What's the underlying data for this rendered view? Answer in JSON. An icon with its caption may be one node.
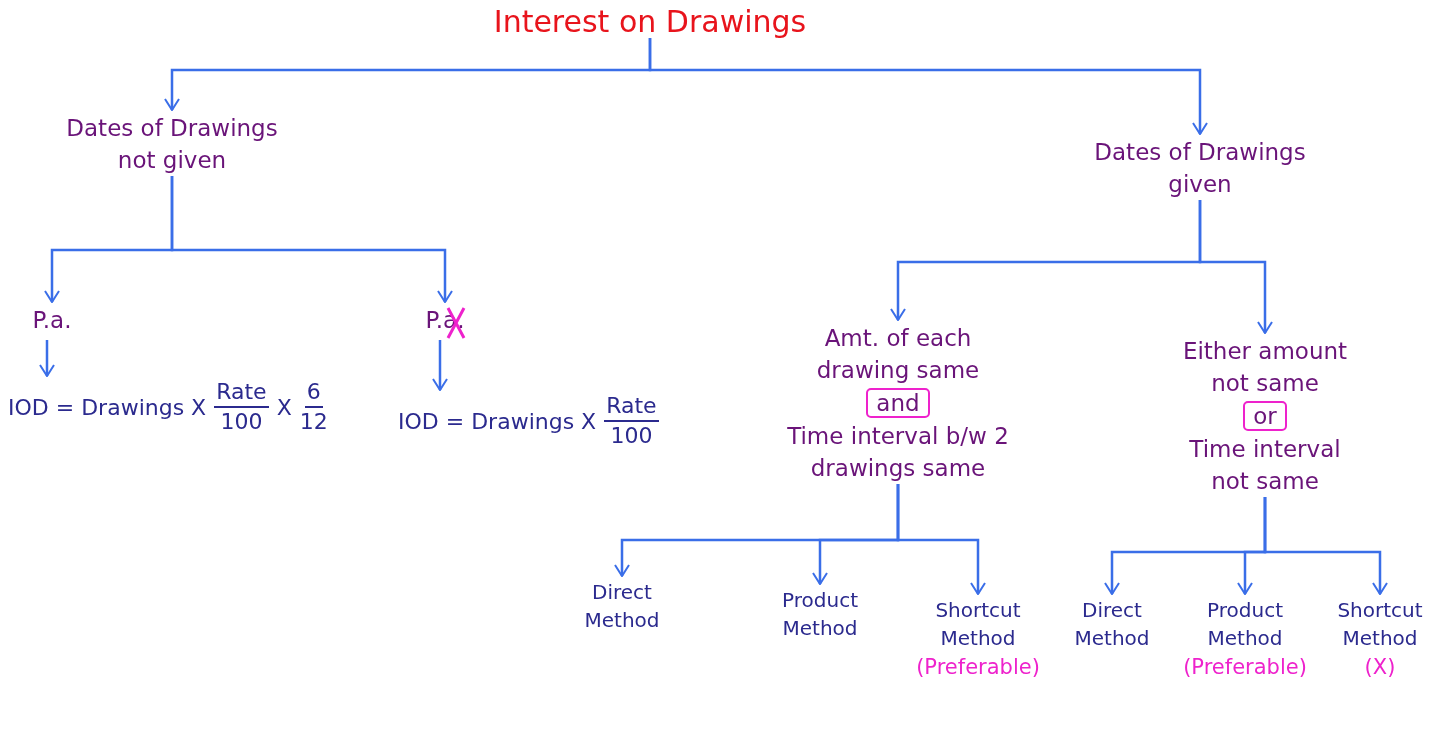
{
  "diagram": {
    "nodes": [
      {
        "text": [
          "Interest on Drawings"
        ]
      },
      {
        "text": [
          "Dates of Drawings not given"
        ]
      },
      {
        "text": [
          "Dates of Drawings given"
        ]
      },
      {
        "text": [
          "P.a."
        ]
      },
      {
        "text": [
          "P.a."
        ]
      },
      {
        "text": [
          "IOD = Drawings X",
          "Rate",
          "100",
          "X",
          "6",
          "12"
        ]
      },
      {
        "text": [
          "IOD = Drawings X",
          "Rate",
          "100"
        ]
      },
      {
        "text": [
          "Amt. of each drawing same",
          "Time interval b/w 2 drawings same"
        ]
      },
      {
        "text": [
          "and"
        ],
        "in": 7
      },
      {
        "text": [
          "Either amount not same",
          "Time interval not same"
        ]
      },
      {
        "text": [
          "or"
        ],
        "in": 9
      },
      {
        "text": [
          "Direct Method"
        ]
      },
      {
        "text": [
          "Product Method"
        ]
      },
      {
        "text": [
          "Shortcut Method"
        ],
        "beside": [
          "(Preferable)"
        ]
      },
      {
        "text": [
          "Direct Method"
        ]
      },
      {
        "text": [
          "Product Method"
        ],
        "beside": [
          "(Preferable)"
        ]
      },
      {
        "text": [
          "Shortcut Method"
        ],
        "beside": [
          "(X)"
        ]
      }
    ],
    "edges": [
      {
        "from": 0,
        "to": 1,
        "arrow": "to"
      },
      {
        "from": 0,
        "to": 2,
        "arrow": "to"
      },
      {
        "from": 1,
        "to": 3,
        "arrow": "to"
      },
      {
        "from": 1,
        "to": 4,
        "arrow": "to"
      },
      {
        "from": 3,
        "to": 5,
        "arrow": "to"
      },
      {
        "from": 4,
        "to": 6,
        "arrow": "to"
      },
      {
        "from": 2,
        "to": 7,
        "arrow": "to"
      },
      {
        "from": 2,
        "to": 9,
        "arrow": "to"
      },
      {
        "from": 7,
        "to": 11,
        "arrow": "to"
      },
      {
        "from": 7,
        "to": 12,
        "arrow": "to"
      },
      {
        "from": 7,
        "to": 13,
        "arrow": "to"
      },
      {
        "from": 9,
        "to": 14,
        "arrow": "to"
      },
      {
        "from": 9,
        "to": 15,
        "arrow": "to"
      },
      {
        "from": 9,
        "to": 16,
        "arrow": "to"
      }
    ]
  }
}
